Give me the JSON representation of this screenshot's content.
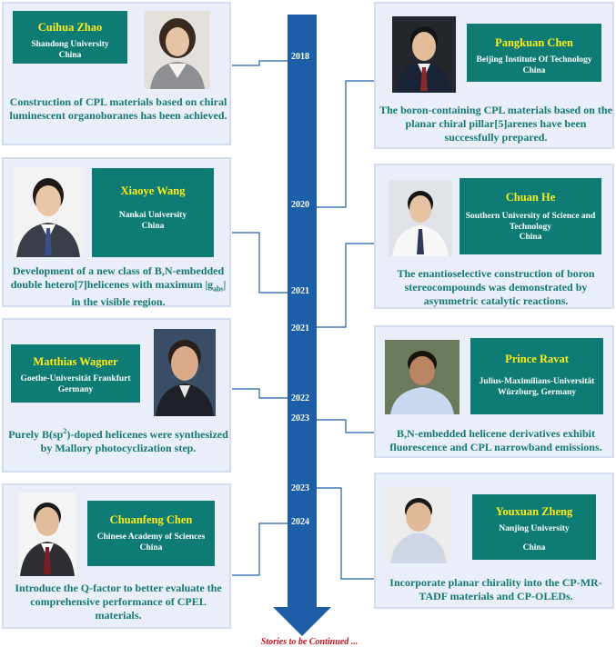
{
  "timeline": {
    "years": [
      "2018",
      "2020",
      "2021",
      "2021",
      "2022",
      "2023",
      "2023",
      "2024"
    ],
    "footer": "Stories to be Continued ..."
  },
  "cards": {
    "zhao": {
      "name": "Cuihua Zhao",
      "affiliation_1": "Shandong University",
      "affiliation_2": "China",
      "description": "Construction of CPL materials based on chiral luminescent organoboranes has been achieved."
    },
    "pchen": {
      "name": "Pangkuan Chen",
      "affiliation_1": "Beijing Institute Of Technology",
      "affiliation_2": "China",
      "description": "The boron-containing CPL materials based on the planar chiral pillar[5]arenes have been successfully prepared."
    },
    "wang": {
      "name": "Xiaoye Wang",
      "affiliation_1": "Nankai University",
      "affiliation_2": "China",
      "description_1": "Development of a new class of B,N-embedded double hetero[7]helicenes with maximum |g",
      "description_sub": "abs",
      "description_2": "| in the visible region."
    },
    "he": {
      "name": "Chuan He",
      "affiliation_1": "Southern University of Science and Technology",
      "affiliation_2": "China",
      "description": "The enantioselective construction of boron stereocompounds was demonstrated by asymmetric catalytic reactions."
    },
    "wagner": {
      "name": "Matthias Wagner",
      "affiliation_1": "Goethe-Universität Frankfurt",
      "affiliation_2": "Germany",
      "description_1": "Purely B(sp",
      "description_sup": "2",
      "description_2": ")-doped helicenes were synthesized by Mallory photocyclization step."
    },
    "ravat": {
      "name": "Prince Ravat",
      "affiliation_1": "Julius-Maximilians-Universität Würzburg, Germany",
      "description": "B,N-embedded helicene derivatives exhibit fluorescence and CPL narrowband emissions."
    },
    "cchen": {
      "name": "Chuanfeng Chen",
      "affiliation_1": "Chinese Academy of Sciences",
      "affiliation_2": "China",
      "description": "Introduce the Q-factor to better evaluate the comprehensive performance of CPEL materials."
    },
    "zheng": {
      "name": "Youxuan Zheng",
      "affiliation_1": "Nanjing University",
      "affiliation_2": "China",
      "description": "Incorporate planar chirality into the CP-MR-TADF materials and CP-OLEDs."
    }
  },
  "colors": {
    "arrow": "#1c5fa6",
    "namebox": "#0e7c75",
    "name_text": "#ffec1a",
    "desc_text": "#157a74",
    "card_bg": "#e9eef8",
    "footer_text": "#c3121b"
  }
}
